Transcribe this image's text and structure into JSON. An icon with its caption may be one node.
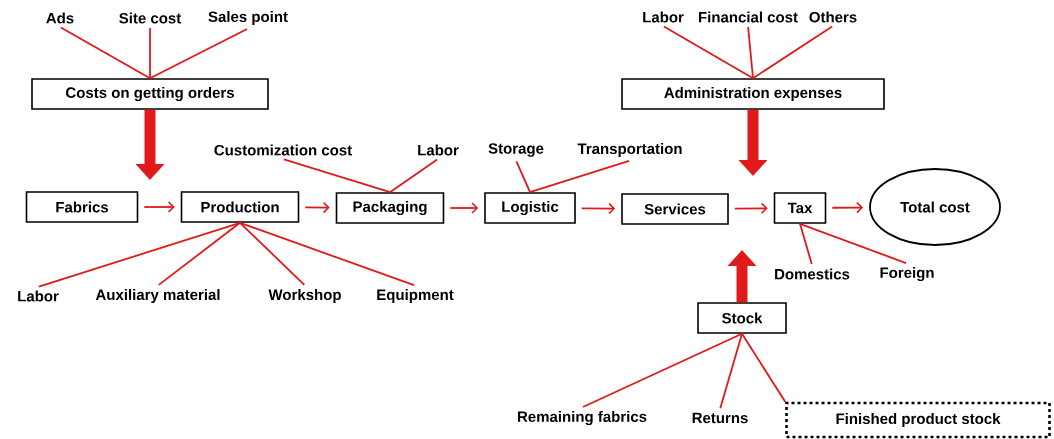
{
  "diagram": {
    "nodes": [
      {
        "text": [
          "Ads"
        ]
      },
      {
        "text": [
          "Site cost"
        ]
      },
      {
        "text": [
          "Sales point"
        ]
      },
      {
        "text": [
          "Labor"
        ]
      },
      {
        "text": [
          "Financial cost"
        ]
      },
      {
        "text": [
          "Others"
        ]
      },
      {
        "text": [
          "Costs on getting orders"
        ]
      },
      {
        "text": [
          "Administration expenses"
        ]
      },
      {
        "text": [
          "Customization cost"
        ]
      },
      {
        "text": [
          "Labor"
        ]
      },
      {
        "text": [
          "Storage"
        ]
      },
      {
        "text": [
          "Transportation"
        ]
      },
      {
        "text": [
          "Fabrics"
        ]
      },
      {
        "text": [
          "Production"
        ]
      },
      {
        "text": [
          "Packaging"
        ]
      },
      {
        "text": [
          "Logistic"
        ]
      },
      {
        "text": [
          "Services"
        ]
      },
      {
        "text": [
          "Tax"
        ]
      },
      {
        "text": [
          "Total cost"
        ]
      },
      {
        "text": [
          "Domestics"
        ]
      },
      {
        "text": [
          "Foreign"
        ]
      },
      {
        "text": [
          "Labor"
        ]
      },
      {
        "text": [
          "Auxiliary material"
        ]
      },
      {
        "text": [
          "Workshop"
        ]
      },
      {
        "text": [
          "Equipment"
        ]
      },
      {
        "text": [
          "Stock"
        ]
      },
      {
        "text": [
          "Remaining fabrics"
        ]
      },
      {
        "text": [
          "Returns"
        ]
      },
      {
        "text": [
          "Finished product stock"
        ]
      }
    ],
    "edges": [
      {
        "from": 0,
        "to": 6,
        "arrow": "none"
      },
      {
        "from": 1,
        "to": 6,
        "arrow": "none"
      },
      {
        "from": 2,
        "to": 6,
        "arrow": "none"
      },
      {
        "from": 3,
        "to": 7,
        "arrow": "none"
      },
      {
        "from": 4,
        "to": 7,
        "arrow": "none"
      },
      {
        "from": 5,
        "to": 7,
        "arrow": "none"
      },
      {
        "from": 8,
        "to": 14,
        "arrow": "none"
      },
      {
        "from": 9,
        "to": 14,
        "arrow": "none"
      },
      {
        "from": 10,
        "to": 15,
        "arrow": "none"
      },
      {
        "from": 11,
        "to": 15,
        "arrow": "none"
      },
      {
        "from": 12,
        "to": 13,
        "arrow": "to"
      },
      {
        "from": 13,
        "to": 14,
        "arrow": "to"
      },
      {
        "from": 14,
        "to": 15,
        "arrow": "to"
      },
      {
        "from": 15,
        "to": 16,
        "arrow": "to"
      },
      {
        "from": 16,
        "to": 17,
        "arrow": "to"
      },
      {
        "from": 17,
        "to": 18,
        "arrow": "to"
      },
      {
        "from": 19,
        "to": 17,
        "arrow": "none"
      },
      {
        "from": 20,
        "to": 17,
        "arrow": "none"
      },
      {
        "from": 21,
        "to": 13,
        "arrow": "none"
      },
      {
        "from": 22,
        "to": 13,
        "arrow": "none"
      },
      {
        "from": 23,
        "to": 13,
        "arrow": "none"
      },
      {
        "from": 24,
        "to": 13,
        "arrow": "none"
      },
      {
        "from": 26,
        "to": 25,
        "arrow": "none"
      },
      {
        "from": 27,
        "to": 25,
        "arrow": "none"
      },
      {
        "from": 28,
        "to": 25,
        "arrow": "none"
      },
      {
        "from": 6,
        "to": null,
        "arrow": "to",
        "style": "thick"
      },
      {
        "from": 7,
        "to": null,
        "arrow": "to",
        "style": "thick"
      },
      {
        "from": 25,
        "to": null,
        "arrow": "to",
        "style": "thick"
      }
    ]
  }
}
